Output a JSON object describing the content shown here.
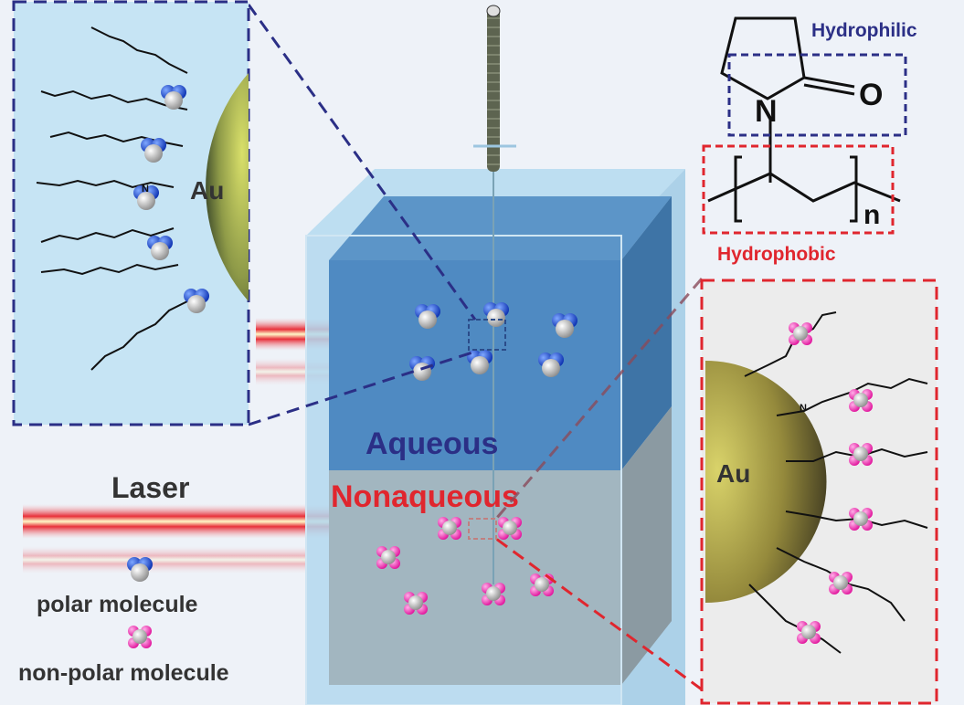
{
  "title_labels": {
    "hydrophilic": "Hydrophilic",
    "hydrophobic": "Hydrophobic",
    "oxygen": "O",
    "nitrogen": "N",
    "repeat_n": "n"
  },
  "left_inset": {
    "particle_label": "Au",
    "atom_label": "N"
  },
  "right_inset": {
    "particle_label": "Au",
    "atom_label": "N"
  },
  "cell": {
    "upper_phase": "Aqueous",
    "lower_phase": "Nonaqueous"
  },
  "legend": {
    "laser": "Laser",
    "polar": "polar molecule",
    "nonpolar": "non-polar molecule"
  },
  "colors": {
    "hydrophilic": "#2b2f86",
    "hydrophobic": "#e0262e",
    "aqueous_text": "#2b2f86",
    "nonaqueous_text": "#e0262e",
    "laser": "#e8303a",
    "gold": "#9aa04a"
  }
}
